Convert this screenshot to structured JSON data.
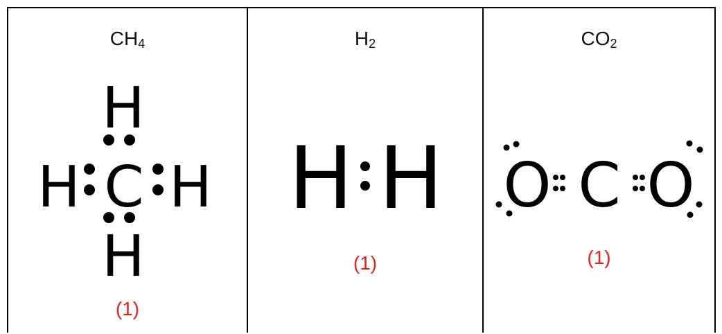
{
  "molecules": [
    {
      "formula": {
        "base": "CH",
        "sub": "4"
      },
      "mark": "(1)",
      "atoms": {
        "top": "H",
        "left": "H",
        "center": "C",
        "right": "H",
        "bottom": "H"
      }
    },
    {
      "formula": {
        "base": "H",
        "sub": "2"
      },
      "mark": "(1)",
      "atoms": {
        "left": "H",
        "right": "H"
      }
    },
    {
      "formula": {
        "base": "CO",
        "sub": "2"
      },
      "mark": "(1)",
      "atoms": {
        "left": "O",
        "center": "C",
        "right": "O"
      }
    }
  ],
  "colors": {
    "mark": "#e8201a",
    "border": "#000000",
    "text": "#000000"
  }
}
